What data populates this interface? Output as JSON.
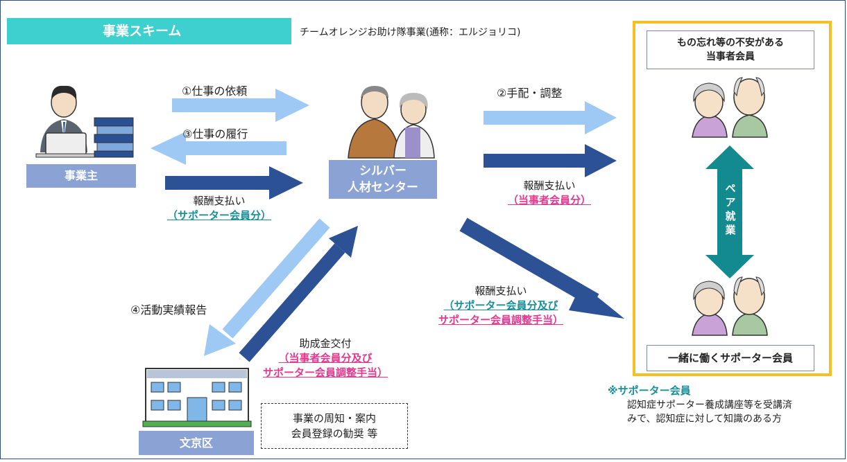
{
  "header": {
    "title": "事業スキーム",
    "subtitle": "チームオレンジお助け隊事業(通称：エルジョリコ)"
  },
  "nodes": {
    "employer": "事業主",
    "silver_center_line1": "シルバー",
    "silver_center_line2": "人材センター",
    "bunkyo": "文京区",
    "member_top_line1": "もの忘れ等の不安がある",
    "member_top_line2": "当事者会員",
    "member_bottom": "一緒に働くサポーター会員",
    "pair_work": "ペア就業"
  },
  "flows": {
    "step1": "①仕事の依頼",
    "step2": "②手配・調整",
    "step3": "③仕事の履行",
    "step4": "④活動実績報告",
    "pay_employer_main": "報酬支払い",
    "pay_employer_sub": "（サポーター会員分）",
    "pay_member_main": "報酬支払い",
    "pay_member_sub": "（当事者会員分）",
    "pay_supporter_main": "報酬支払い",
    "pay_supporter_sub1": "（サポーター会員分及び",
    "pay_supporter_sub2": "サポーター会員調整手当）",
    "grant_main": "助成金交付",
    "grant_sub1": "（当事者会員分及び",
    "grant_sub2": "サポーター会員調整手当）"
  },
  "notes": {
    "dashed_line1": "事業の周知・案内",
    "dashed_line2": "会員登録の勧奨 等",
    "supporter_title": "※サポーター会員",
    "supporter_body1": "認知症サポーター養成講座等を受講済",
    "supporter_body2": "みで、認知症に対して知識のある方"
  },
  "colors": {
    "light_arrow": "#9ec9f5",
    "dark_arrow": "#2d5195",
    "teal_arrow": "#138a8f",
    "title_bar": "#3ecfcf",
    "label_box": "#8aa2d4",
    "frame": "#f5c023",
    "highlight_pink": "#e6378e",
    "highlight_teal": "#1a8e99"
  }
}
